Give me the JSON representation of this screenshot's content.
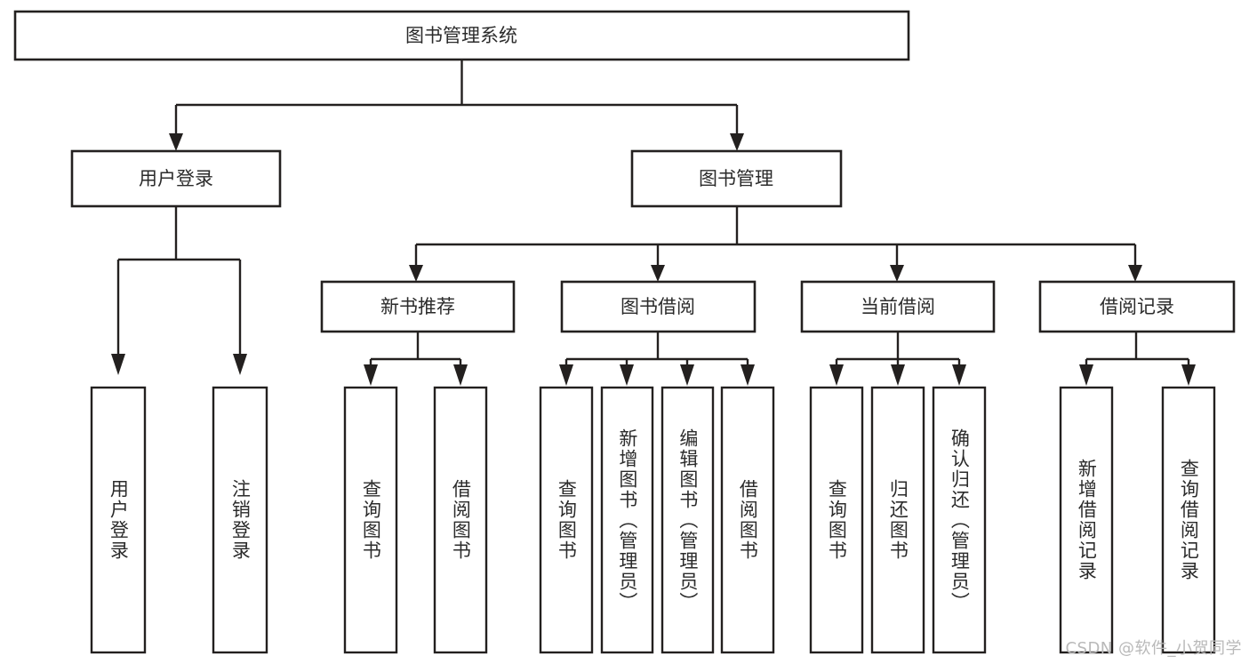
{
  "diagram": {
    "title": "图书管理系统",
    "type": "tree",
    "root": {
      "id": "root",
      "label": "图书管理系统",
      "orientation": "horizontal"
    },
    "level2": [
      {
        "id": "user-login",
        "label": "用户登录",
        "orientation": "horizontal"
      },
      {
        "id": "book-management",
        "label": "图书管理",
        "orientation": "horizontal"
      }
    ],
    "level3": [
      {
        "id": "new-book-recommend",
        "label": "新书推荐",
        "parent": "book-management",
        "orientation": "horizontal"
      },
      {
        "id": "book-borrow",
        "label": "图书借阅",
        "parent": "book-management",
        "orientation": "horizontal"
      },
      {
        "id": "current-borrow",
        "label": "当前借阅",
        "parent": "book-management",
        "orientation": "horizontal"
      },
      {
        "id": "borrow-record",
        "label": "借阅记录",
        "parent": "book-management",
        "orientation": "horizontal"
      }
    ],
    "leaves": [
      {
        "id": "leaf-user-login",
        "label": "用户登录",
        "parent": "user-login",
        "orientation": "vertical"
      },
      {
        "id": "leaf-logout-login",
        "label": "注销登录",
        "parent": "user-login",
        "orientation": "vertical"
      },
      {
        "id": "leaf-query-book-1",
        "label": "查询图书",
        "parent": "new-book-recommend",
        "orientation": "vertical"
      },
      {
        "id": "leaf-borrow-book-1",
        "label": "借阅图书",
        "parent": "new-book-recommend",
        "orientation": "vertical"
      },
      {
        "id": "leaf-query-book-2",
        "label": "查询图书",
        "parent": "book-borrow",
        "orientation": "vertical"
      },
      {
        "id": "leaf-add-book",
        "label": "新增图书（管理员）",
        "parent": "book-borrow",
        "orientation": "vertical"
      },
      {
        "id": "leaf-edit-book",
        "label": "编辑图书（管理员）",
        "parent": "book-borrow",
        "orientation": "vertical"
      },
      {
        "id": "leaf-borrow-book-2",
        "label": "借阅图书",
        "parent": "book-borrow",
        "orientation": "vertical"
      },
      {
        "id": "leaf-query-book-3",
        "label": "查询图书",
        "parent": "current-borrow",
        "orientation": "vertical"
      },
      {
        "id": "leaf-return-book",
        "label": "归还图书",
        "parent": "current-borrow",
        "orientation": "vertical"
      },
      {
        "id": "leaf-confirm-return",
        "label": "确认归还（管理员）",
        "parent": "current-borrow",
        "orientation": "vertical"
      },
      {
        "id": "leaf-add-record",
        "label": "新增借阅记录",
        "parent": "borrow-record",
        "orientation": "vertical"
      },
      {
        "id": "leaf-query-record",
        "label": "查询借阅记录",
        "parent": "borrow-record",
        "orientation": "vertical"
      }
    ],
    "watermark": "CSDN @软件_小贺同学",
    "colors": {
      "stroke": "#23201f",
      "fill": "#ffffff",
      "text": "#2b2b2b",
      "watermark": "#b9b9b9"
    }
  }
}
